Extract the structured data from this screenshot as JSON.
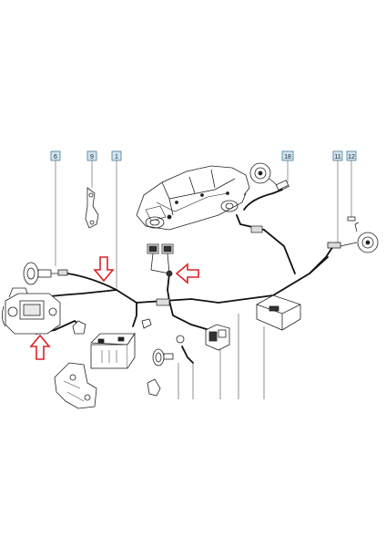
{
  "callouts": [
    {
      "id": "callout-6",
      "label": "6"
    },
    {
      "id": "callout-9",
      "label": "9"
    },
    {
      "id": "callout-1",
      "label": "1"
    },
    {
      "id": "callout-18",
      "label": "18"
    },
    {
      "id": "callout-11",
      "label": "11"
    },
    {
      "id": "callout-12",
      "label": "12"
    }
  ],
  "colors": {
    "callout_fill": "#cfe6f2",
    "callout_stroke": "#4a7a96",
    "arrow": "#d9232a",
    "wire": "#111111"
  }
}
